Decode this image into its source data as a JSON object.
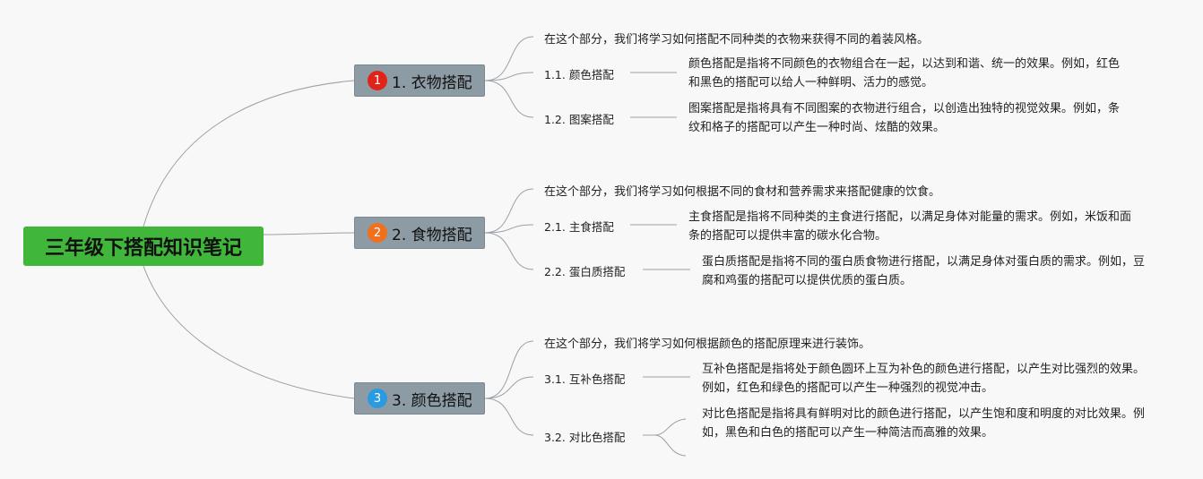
{
  "root": {
    "label": "三年级下搭配知识笔记",
    "color": "#40b63a"
  },
  "branches": [
    {
      "number": "1",
      "label": "1. 衣物搭配",
      "badge_color": "#e0241a",
      "intro": "在这个部分，我们将学习如何搭配不同种类的衣物来获得不同的着装风格。",
      "subs": [
        {
          "label": "1.1. 颜色搭配",
          "desc": "颜色搭配是指将不同颜色的衣物组合在一起，以达到和谐、统一的效果。例如，红色和黑色的搭配可以给人一种鲜明、活力的感觉。"
        },
        {
          "label": "1.2. 图案搭配",
          "desc": "图案搭配是指将具有不同图案的衣物进行组合，以创造出独特的视觉效果。例如，条纹和格子的搭配可以产生一种时尚、炫酷的效果。"
        }
      ]
    },
    {
      "number": "2",
      "label": "2. 食物搭配",
      "badge_color": "#f0701e",
      "intro": "在这个部分，我们将学习如何根据不同的食材和营养需求来搭配健康的饮食。",
      "subs": [
        {
          "label": "2.1. 主食搭配",
          "desc": "主食搭配是指将不同种类的主食进行搭配，以满足身体对能量的需求。例如，米饭和面条的搭配可以提供丰富的碳水化合物。"
        },
        {
          "label": "2.2. 蛋白质搭配",
          "desc": "蛋白质搭配是指将不同的蛋白质食物进行搭配，以满足身体对蛋白质的需求。例如，豆腐和鸡蛋的搭配可以提供优质的蛋白质。"
        }
      ]
    },
    {
      "number": "3",
      "label": "3. 颜色搭配",
      "badge_color": "#2a9be0",
      "intro": "在这个部分，我们将学习如何根据颜色的搭配原理来进行装饰。",
      "subs": [
        {
          "label": "3.1. 互补色搭配",
          "desc": "互补色搭配是指将处于颜色圆环上互为补色的颜色进行搭配，以产生对比强烈的效果。例如，红色和绿色的搭配可以产生一种强烈的视觉冲击。"
        },
        {
          "label": "3.2. 对比色搭配",
          "desc": "对比色搭配是指将具有鲜明对比的颜色进行搭配，以产生饱和度和明度的对比效果。例如，黑色和白色的搭配可以产生一种简洁而高雅的效果。"
        }
      ]
    }
  ]
}
